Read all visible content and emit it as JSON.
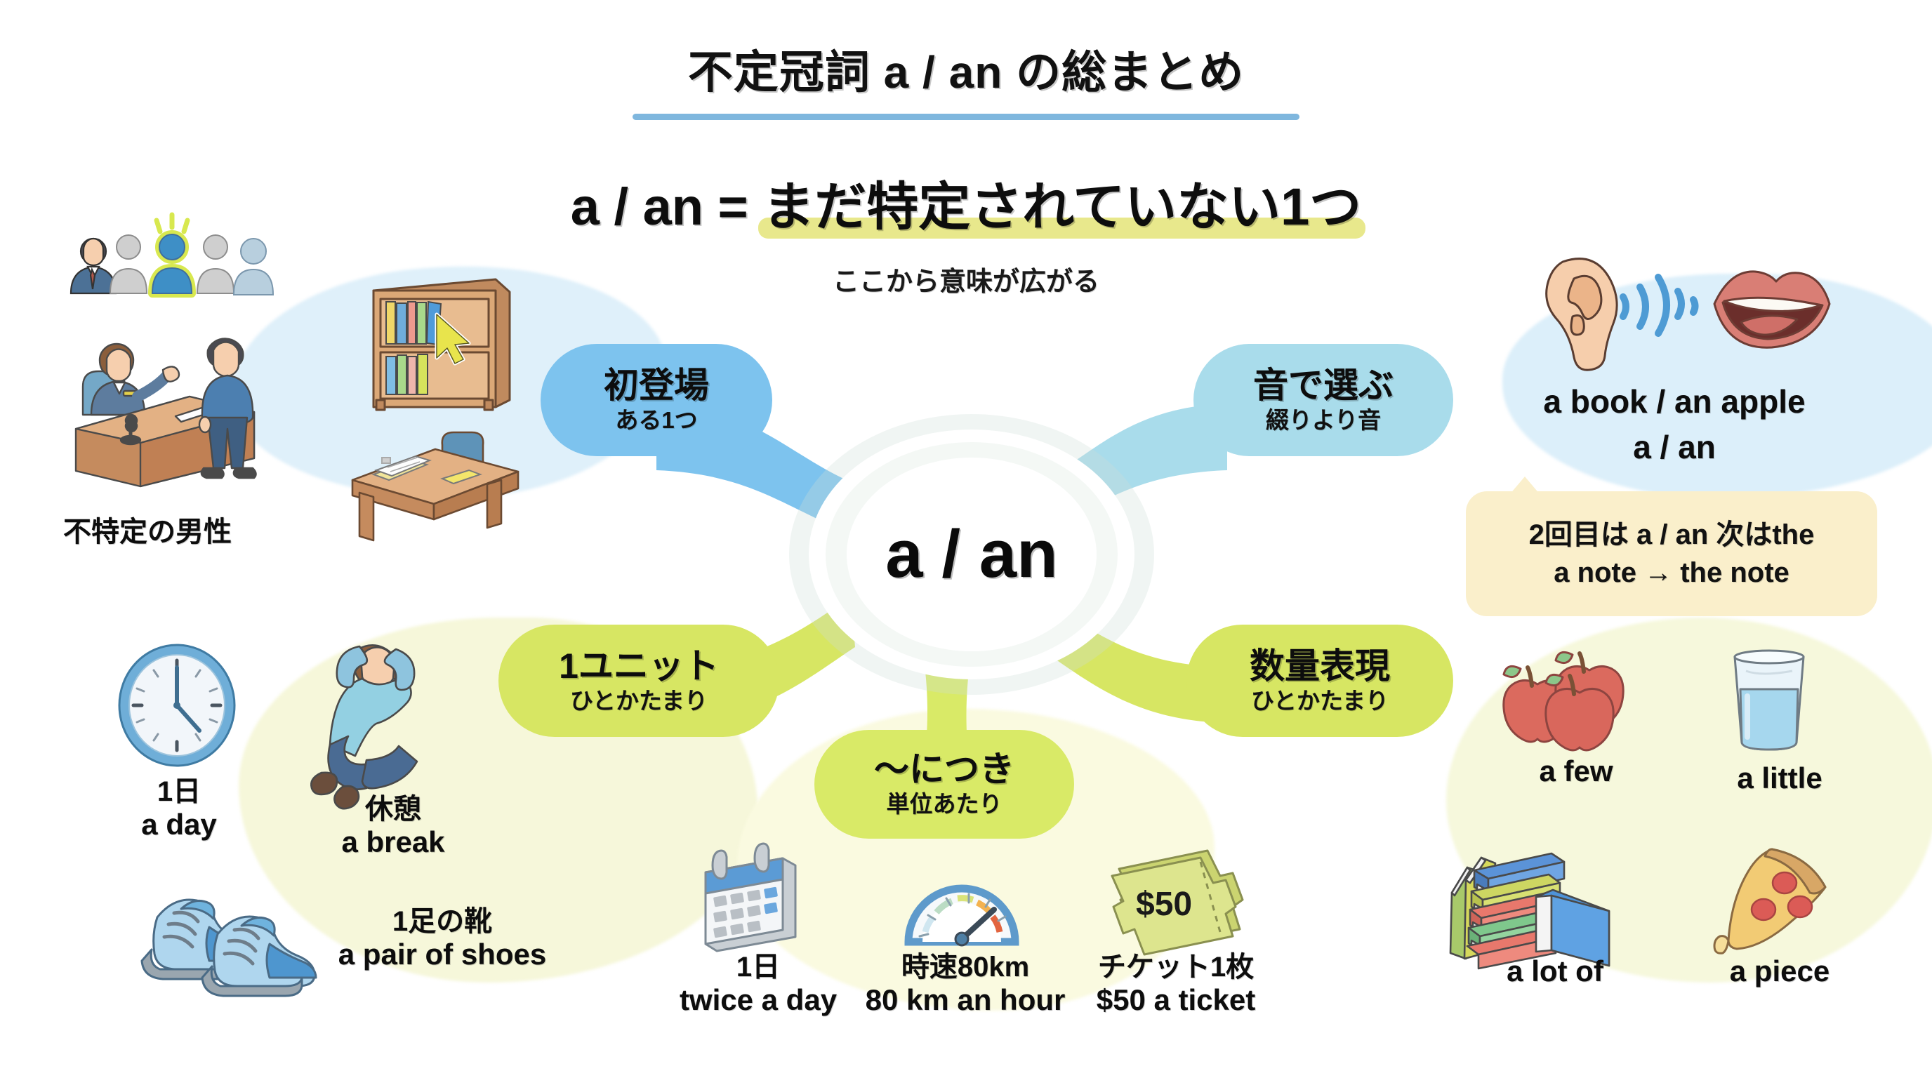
{
  "header": {
    "title": "不定冠詞 a / an の総まとめ",
    "subtitle_left": "a / an = ",
    "subtitle_highlight": "まだ特定されていない1つ",
    "tagline": "ここから意味が広がる",
    "rule_color": "#7FB7DE",
    "highlight_color": "#E8E88C"
  },
  "hub": {
    "label": "a / an"
  },
  "bubbles": {
    "first_appearance": {
      "main": "初登場",
      "sub": "ある1つ",
      "color": "#7DC3EE"
    },
    "sound_choice": {
      "main": "音で選ぶ",
      "sub": "綴りより音",
      "color": "#A9DCEB"
    },
    "one_unit": {
      "main": "1ユニット",
      "sub": "ひとかたまり",
      "color": "#D7E663"
    },
    "quantity": {
      "main": "数量表現",
      "sub": "ひとかたまり",
      "color": "#D7E663"
    },
    "per_unit": {
      "main": "〜につき",
      "sub": "単位あたり",
      "color": "#D9EA67"
    }
  },
  "sound_examples": {
    "line1": "a book  /  an apple",
    "line2": "a / an"
  },
  "callout": {
    "line1": "2回目は a / an 次はthe",
    "line2": "a note  →  the note",
    "color": "#FAEFCB"
  },
  "labels": {
    "unspecified_man": "不特定の男性",
    "a_day_jp": "1日",
    "a_day_en": "a day",
    "a_break_jp": "休憩",
    "a_break_en": "a break",
    "shoes_jp": "1足の靴",
    "shoes_en": "a pair of shoes",
    "twice_jp": "1日",
    "twice_en": "twice a day",
    "speed_jp": "時速80km",
    "speed_en": "80 km an hour",
    "ticket_jp": "チケット1枚",
    "ticket_en": "$50 a ticket",
    "ticket_value": "$50",
    "a_few": "a few",
    "a_little": "a little",
    "a_lot_of": "a lot of",
    "a_piece": "a piece"
  },
  "icons": {
    "people_crowd": "people-crowd-icon",
    "reception_desk": "reception-desk-icon",
    "bookshelf": "bookshelf-icon",
    "cursor": "cursor-arrow-icon",
    "office_desk": "office-desk-icon",
    "ear": "ear-icon",
    "sound_waves": "sound-waves-icon",
    "mouth": "mouth-icon",
    "clock": "clock-icon",
    "resting_person": "resting-person-icon",
    "shoes": "shoes-icon",
    "calendar": "calendar-icon",
    "speedometer": "speedometer-icon",
    "ticket": "ticket-icon",
    "apples": "apples-icon",
    "water_glass": "water-glass-icon",
    "book_stack": "book-stack-icon",
    "pizza_slice": "pizza-slice-icon"
  }
}
